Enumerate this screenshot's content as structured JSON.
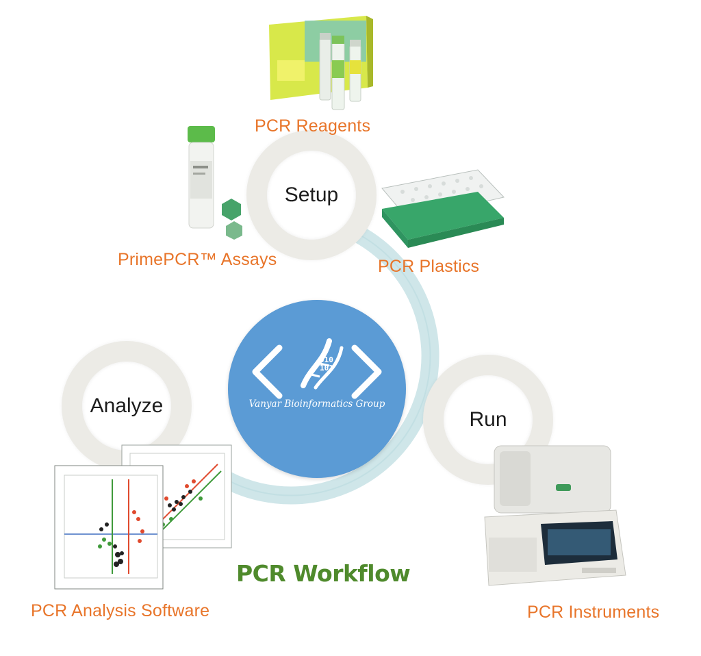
{
  "title": "PCR Workflow",
  "logo_text": "Vanyar Bioinformatics Group",
  "logo_digits": [
    "010",
    "101"
  ],
  "stages": {
    "setup": "Setup",
    "run": "Run",
    "analyze": "Analyze"
  },
  "products": {
    "reagents": "PCR Reagents",
    "assays": "PrimePCR™ Assays",
    "plastics": "PCR Plastics",
    "instruments": "PCR Instruments",
    "software": "PCR Analysis Software"
  },
  "colors": {
    "label_orange": "#e8752a",
    "workflow_green": "#4f8a2c",
    "logo_blue": "#5b9bd5",
    "cycle_arc": "#c9e3e6",
    "ring_grey": "#ecebe6"
  },
  "icons": [
    "dna-helix-icon",
    "code-brackets-icon",
    "plate-icon",
    "tube-icon",
    "instrument-icon",
    "chart-icon"
  ]
}
